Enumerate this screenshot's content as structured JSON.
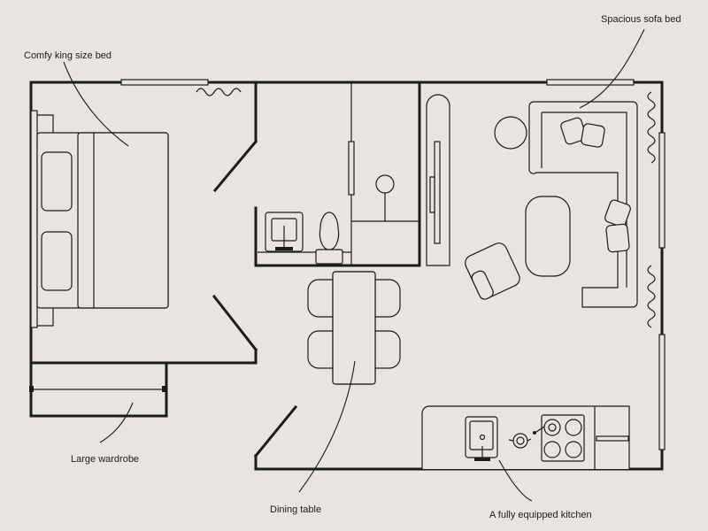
{
  "labels": {
    "bed": "Comfy king size bed",
    "sofa": "Spacious sofa bed",
    "wardrobe": "Large wardrobe",
    "dining": "Dining table",
    "kitchen": "A fully equipped kitchen"
  },
  "colors": {
    "background": "#e8e5e0",
    "line": "#1c1c1c"
  }
}
